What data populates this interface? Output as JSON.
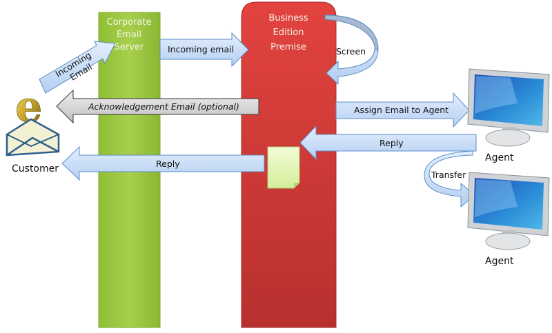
{
  "nodes": {
    "email_server": [
      "Corporate",
      "Email",
      "Server"
    ],
    "business_edition": [
      "Business",
      "Edition",
      "Premise"
    ],
    "customer": "Customer",
    "agent_1": "Agent",
    "agent_2": "Agent"
  },
  "arrows": {
    "incoming_email_diag": [
      "Incoming",
      "Email"
    ],
    "incoming_email": "Incoming email",
    "screen": "Screen",
    "acknowledgement": "Acknowledgement Email (optional)",
    "assign": "Assign Email to Agent",
    "reply_agent": "Reply",
    "reply_customer": "Reply",
    "transfer": "Transfer"
  },
  "colors": {
    "server": "#9cc73f",
    "business": "#d63a37",
    "arrow_fill": "#c6dcf7",
    "arrow_stroke": "#5b8cc9",
    "ack_fill": "#d4d4d4"
  }
}
